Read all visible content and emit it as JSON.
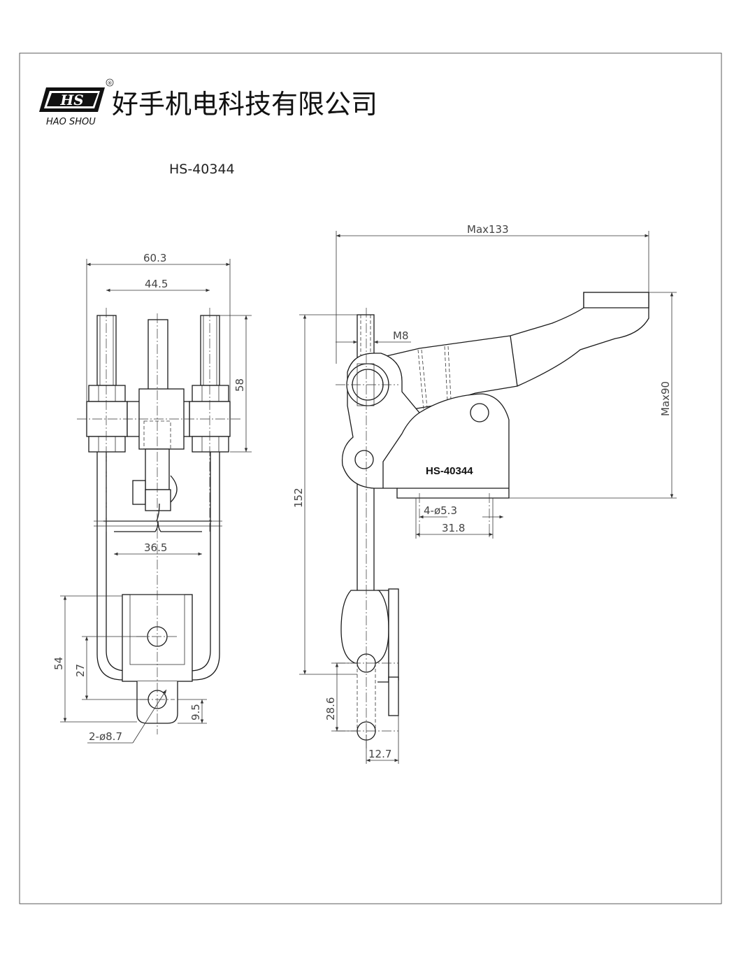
{
  "header": {
    "logo_text": "HS",
    "logo_registered": "®",
    "brand_subtitle": "HAO SHOU",
    "company_name": "好手机电科技有限公司",
    "model_code": "HS-40344"
  },
  "front_view": {
    "dims": {
      "overall_width": "60.3",
      "stud_spacing": "44.5",
      "stud_height": "58",
      "inner_width": "36.5",
      "base_height": "54",
      "hole_height": "27",
      "tab_height": "9.5",
      "hole_callout": "2-ø8.7"
    }
  },
  "side_view": {
    "part_label": "HS-40344",
    "dims": {
      "max_length": "Max133",
      "thread": "M8",
      "max_height": "Max90",
      "overall_height": "152",
      "mount_holes": "4-ø5.3",
      "hole_spacing": "31.8",
      "hook_height": "28.6",
      "rod_width": "12.7"
    }
  },
  "colors": {
    "line": "#1a1a1a",
    "dimension_text": "#444444",
    "background": "#ffffff"
  }
}
